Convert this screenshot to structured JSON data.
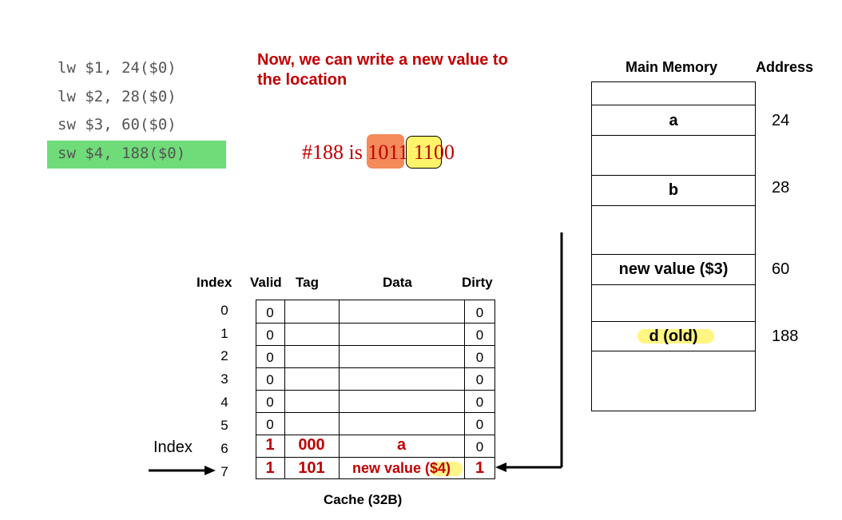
{
  "code": [
    "lw $1, 24($0)",
    "lw $2, 28($0)",
    "sw $3, 60($0)",
    "sw $4, 188($0)"
  ],
  "note": [
    "Now, we can write a new value to",
    "the location"
  ],
  "binary": {
    "prefix": "#188 is ",
    "tag": "101",
    "index": "1 11",
    "offset": "00",
    "tag_color": "#f58a5a",
    "index_color": "#fff36b"
  },
  "memory": {
    "title": "Main Memory",
    "address_title": "Address",
    "cells": [
      {
        "label": "",
        "address": ""
      },
      {
        "label": "a",
        "address": "24"
      },
      {
        "label": "",
        "address": ""
      },
      {
        "label": "b",
        "address": "28"
      },
      {
        "label": "",
        "address": ""
      },
      {
        "label": "new value ($3)",
        "address": "60"
      },
      {
        "label": "",
        "address": ""
      },
      {
        "label": "d (old)",
        "address": "188"
      },
      {
        "label": "",
        "address": ""
      }
    ]
  },
  "cache": {
    "headers": {
      "index": "Index",
      "valid": "Valid",
      "tag": "Tag",
      "data": "Data",
      "dirty": "Dirty"
    },
    "rows": [
      {
        "index": "0",
        "valid": "0",
        "tag": "",
        "data": "",
        "dirty": "0"
      },
      {
        "index": "1",
        "valid": "0",
        "tag": "",
        "data": "",
        "dirty": "0"
      },
      {
        "index": "2",
        "valid": "0",
        "tag": "",
        "data": "",
        "dirty": "0"
      },
      {
        "index": "3",
        "valid": "0",
        "tag": "",
        "data": "",
        "dirty": "0"
      },
      {
        "index": "4",
        "valid": "0",
        "tag": "",
        "data": "",
        "dirty": "0"
      },
      {
        "index": "5",
        "valid": "0",
        "tag": "",
        "data": "",
        "dirty": "0"
      },
      {
        "index": "6",
        "valid": "1",
        "tag": "000",
        "data": "a",
        "dirty": "0"
      },
      {
        "index": "7",
        "valid": "1",
        "tag": "101",
        "data": "new value ($4)",
        "dirty": "1"
      }
    ],
    "caption": "Cache (32B)",
    "pointer_label": "Index"
  }
}
